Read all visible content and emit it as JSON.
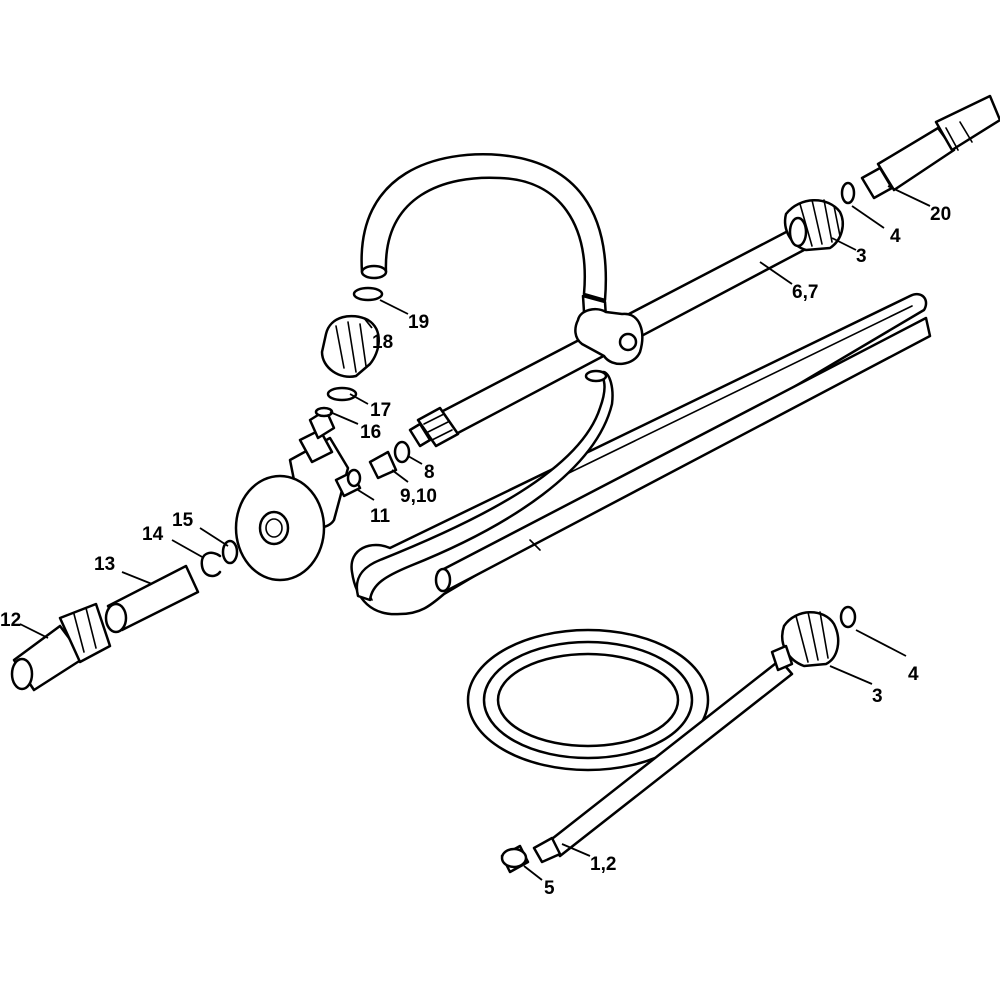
{
  "callouts": [
    {
      "id": "c20",
      "text": "20"
    },
    {
      "id": "c4a",
      "text": "4"
    },
    {
      "id": "c3a",
      "text": "3"
    },
    {
      "id": "c67",
      "text": "6,7"
    },
    {
      "id": "c19",
      "text": "19"
    },
    {
      "id": "c18",
      "text": "18"
    },
    {
      "id": "c17",
      "text": "17"
    },
    {
      "id": "c16",
      "text": "16"
    },
    {
      "id": "c8",
      "text": "8"
    },
    {
      "id": "c910",
      "text": "9,10"
    },
    {
      "id": "c11",
      "text": "11"
    },
    {
      "id": "c15",
      "text": "15"
    },
    {
      "id": "c14",
      "text": "14"
    },
    {
      "id": "c13",
      "text": "13"
    },
    {
      "id": "c12",
      "text": "12"
    },
    {
      "id": "c4b",
      "text": "4"
    },
    {
      "id": "c3b",
      "text": "3"
    },
    {
      "id": "c12b",
      "text": "1,2"
    },
    {
      "id": "c5",
      "text": "5"
    }
  ]
}
